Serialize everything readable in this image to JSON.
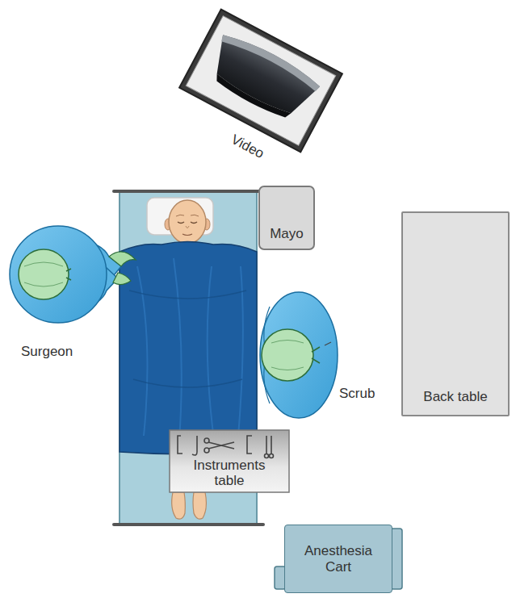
{
  "diagram": {
    "nodes": [
      {
        "text": [
          "Mayo"
        ]
      },
      {
        "text": [
          "Back table"
        ]
      },
      {
        "text": [
          "Instruments table"
        ]
      },
      {
        "text": [
          "Anesthesia Cart"
        ]
      }
    ],
    "labels": [
      "Video",
      "Surgeon",
      "Scrub"
    ]
  }
}
